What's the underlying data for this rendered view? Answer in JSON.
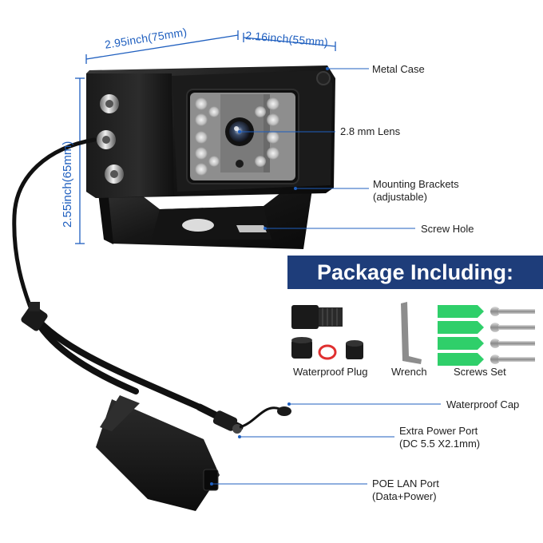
{
  "dimensions": {
    "width": "2.95inch(75mm)",
    "depth": "2.16inch(55mm)",
    "height": "2.55inch(65mm)"
  },
  "callouts": {
    "metal_case": "Metal Case",
    "lens": "2.8 mm Lens",
    "brackets_line1": "Mounting Brackets",
    "brackets_line2": "(adjustable)",
    "screw_hole": "Screw Hole",
    "waterproof_cap": "Waterproof Cap",
    "power_line1": "Extra Power Port",
    "power_line2": "(DC 5.5 X2.1mm)",
    "lan_line1": "POE LAN Port",
    "lan_line2": "(Data+Power)"
  },
  "package": {
    "title": "Package Including:",
    "items": [
      "Waterproof Plug",
      "Wrench",
      "Screws Set"
    ]
  },
  "colors": {
    "accent_blue": "#1f5fbf",
    "banner_navy": "#1e3d7a",
    "anchor_green": "#2fcf6a"
  }
}
